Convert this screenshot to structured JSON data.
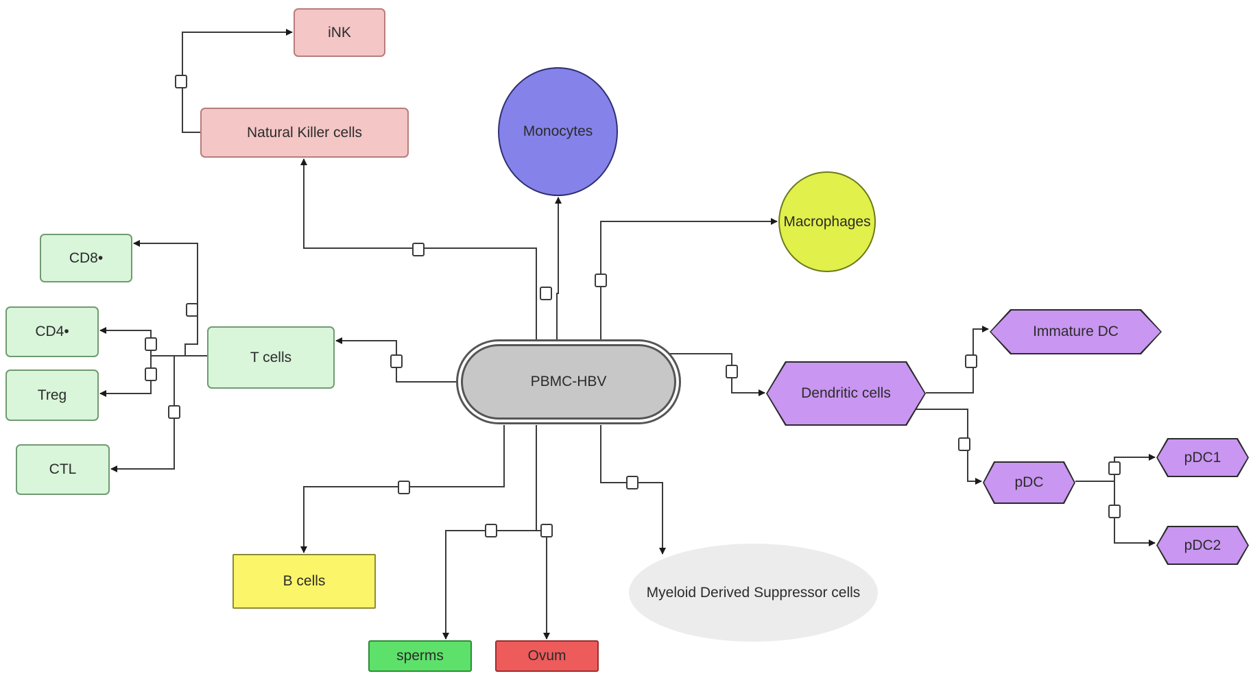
{
  "diagram": {
    "nodes": {
      "center": "PBMC-HBV",
      "nk": "Natural Killer cells",
      "ink": "iNK",
      "monocytes": "Monocytes",
      "macrophages": "Macrophages",
      "tcells": "T cells",
      "cd8": "CD8•",
      "cd4": "CD4•",
      "treg": "Treg",
      "ctl": "CTL",
      "dendritic": "Dendritic cells",
      "immature_dc": "Immature DC",
      "pdc": "pDC",
      "pdc1": "pDC1",
      "pdc2": "pDC2",
      "bcells": "B cells",
      "sperms": "sperms",
      "ovum": "Ovum",
      "mdsc": "Myeloid Derived Suppressor cells"
    },
    "colors": {
      "line": "#3a3a3a",
      "nk_family": "#f4c6c6",
      "t_family": "#d9f5da",
      "monocytes": "#8583ea",
      "macrophages": "#e1f04a",
      "dendritic_family": "#c996f1",
      "bcells": "#fbf56a",
      "sperms": "#5ee16a",
      "ovum": "#ee5b5b",
      "mdsc": "#ececec",
      "center": "#c7c7c7"
    }
  }
}
